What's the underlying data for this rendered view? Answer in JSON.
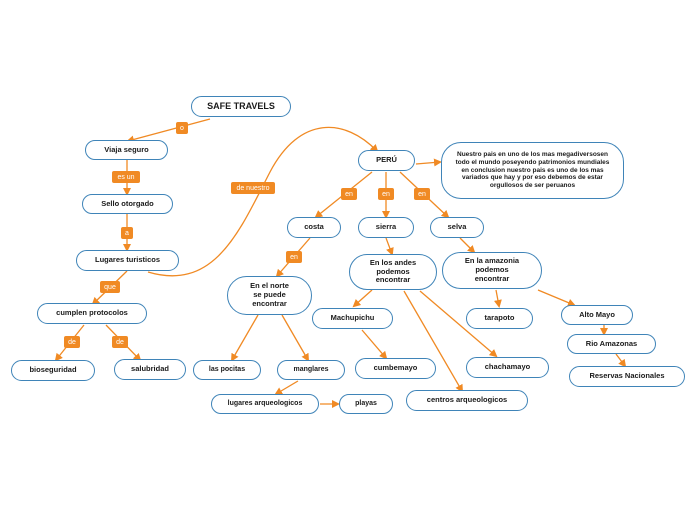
{
  "colors": {
    "edge": "#f08a24",
    "node_border": "#3f84b8",
    "label_bg": "#f08a24"
  },
  "nodes": {
    "safe_travels": "SAFE TRAVELS",
    "viaja_seguro": "Viaja seguro",
    "sello_otorgado": "Sello otorgado",
    "lugares_turisticos": "Lugares turisticos",
    "cumplen_protocolos": "cumplen protocolos",
    "bioseguridad": "bioseguridad",
    "salubridad": "salubridad",
    "peru": "PERÚ",
    "info": "Nuestro pais en uno de los mas megadiversosen todo el mundo poseyendo patrimonios mundiales en conclusion nuestro pais es uno de los mas variados que hay y por eso debemos de estar orgullosos de ser peruanos",
    "costa": "costa",
    "sierra": "sierra",
    "selva": "selva",
    "norte": "En el norte\nse puede\nencontrar",
    "andes": "En los andes\npodemos\nencontrar",
    "amazonia": "En la amazonia\npodemos\nencontrar",
    "las_pocitas": "las pocitas",
    "manglares": "manglares",
    "lugares_arqueologicos": "lugares arqueologicos",
    "playas": "playas",
    "machupichu": "Machupichu",
    "cumbemayo": "cumbemayo",
    "centros_arqueologicos": "centros arqueologicos",
    "chachamayo": "chachamayo",
    "tarapoto": "tarapoto",
    "alto_mayo": "Alto Mayo",
    "rio_amazonas": "Rio Amazonas",
    "reservas_nacionales": "Reservas Nacionales"
  },
  "link_labels": {
    "o": "o",
    "es_un": "es un",
    "a": "a",
    "que": "que",
    "de_left": "de",
    "de_right": "de",
    "de_nuestro": "de nuestro",
    "en_costa": "en",
    "en_sierra": "en",
    "en_selva": "en",
    "en_norte": "en"
  }
}
